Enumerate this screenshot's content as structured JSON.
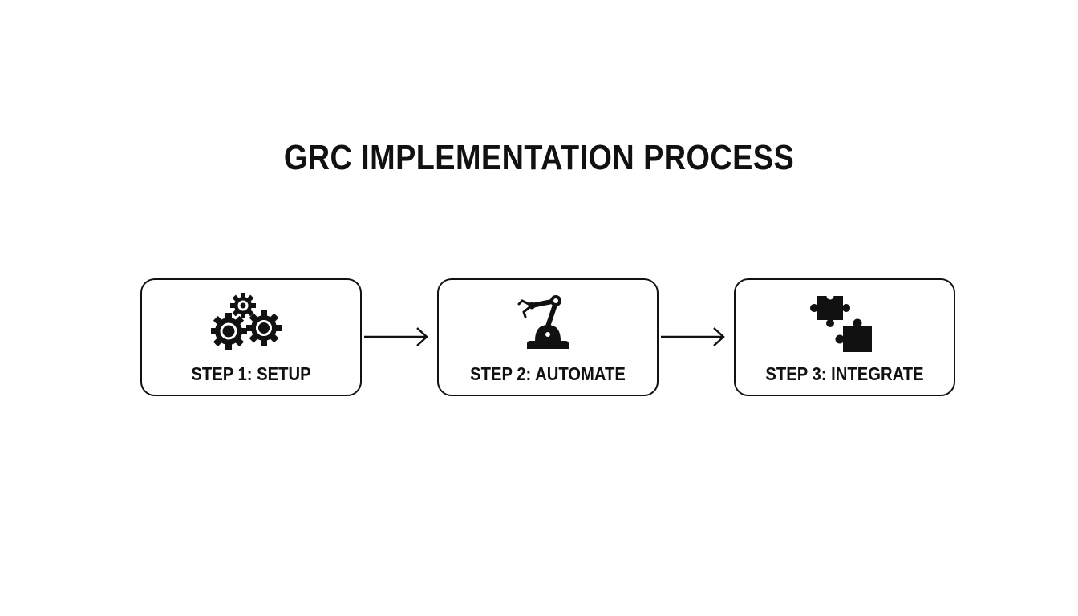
{
  "diagram": {
    "title": "GRC IMPLEMENTATION PROCESS",
    "steps": [
      {
        "label": "STEP 1: SETUP",
        "icon": "gears-icon"
      },
      {
        "label": "STEP 2: AUTOMATE",
        "icon": "robotic-arm-icon"
      },
      {
        "label": "STEP 3: INTEGRATE",
        "icon": "puzzle-pieces-icon"
      }
    ],
    "connectors": [
      "arrow-right",
      "arrow-right"
    ],
    "colors": {
      "ink": "#111111",
      "background": "#ffffff"
    }
  }
}
